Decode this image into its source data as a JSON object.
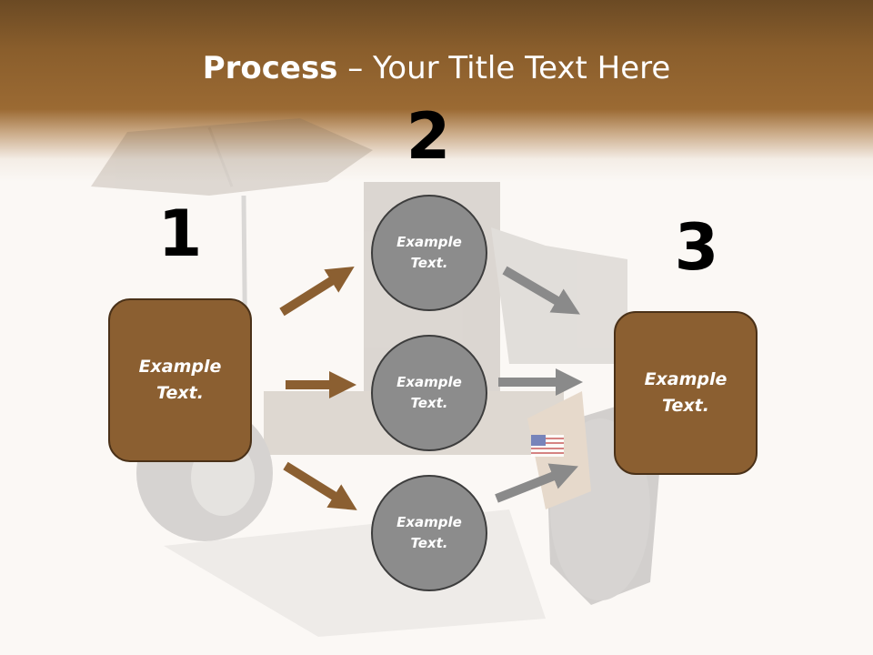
{
  "slide": {
    "title_bold": "Process",
    "title_rest": " – Your Title Text Here"
  },
  "steps": {
    "one": {
      "number": "1",
      "text": "Example Text."
    },
    "two": {
      "number": "2",
      "text": "Example Text."
    },
    "three": {
      "number": "3",
      "text": "Example Text."
    }
  },
  "circles": [
    {
      "text": "Example Text."
    },
    {
      "text": "Example Text."
    },
    {
      "text": "Example Text."
    }
  ],
  "colors": {
    "header_brown": "#9b6a33",
    "box_fill": "#8b5f31",
    "box_border": "#4a3118",
    "circle_fill": "#8c8c8c",
    "circle_border": "#3d3d3d",
    "arrow_brown": "#8b5f31",
    "arrow_gray": "#8a8a8a"
  }
}
